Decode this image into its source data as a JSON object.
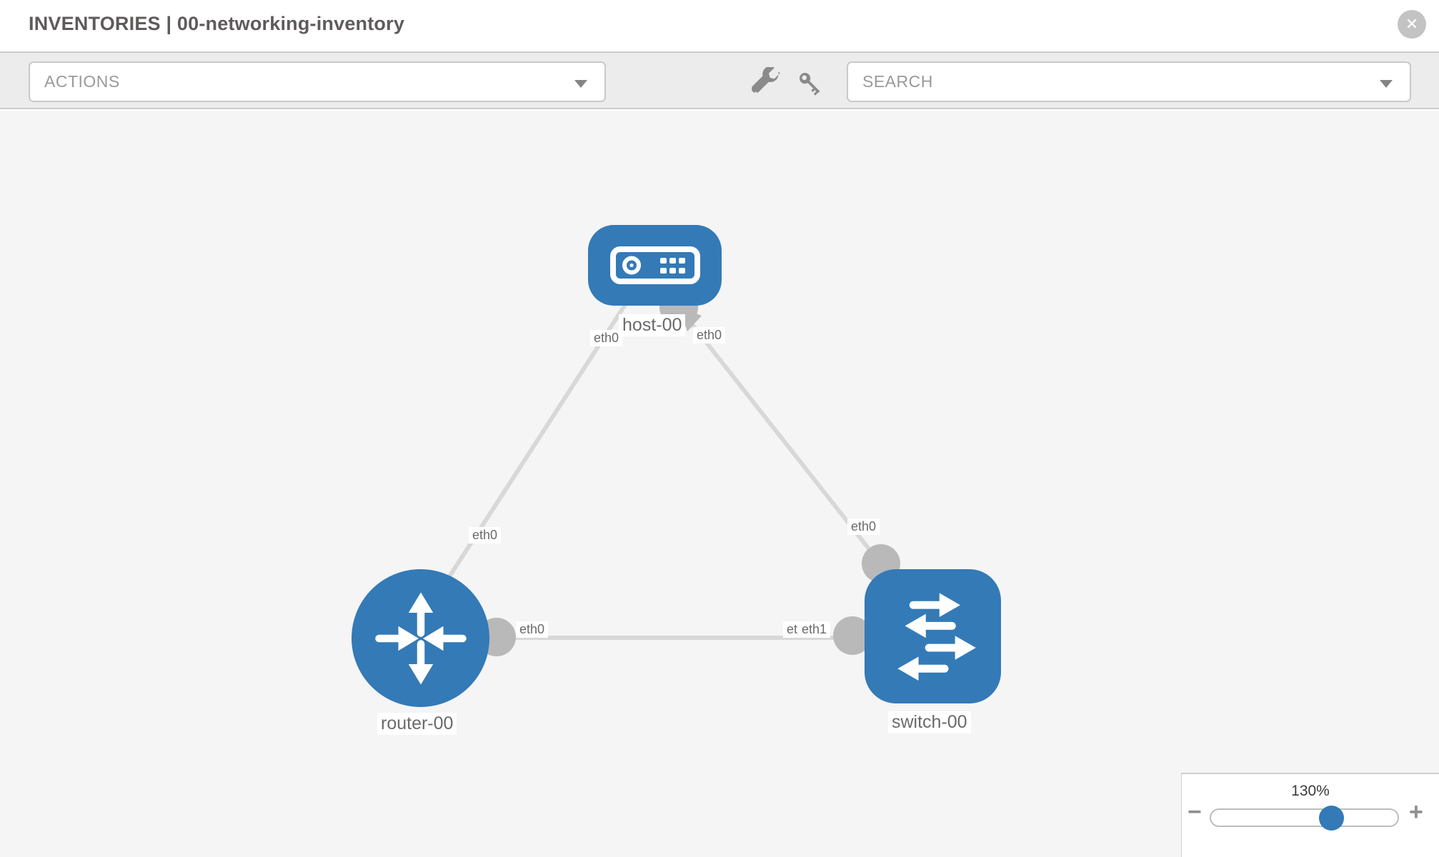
{
  "header": {
    "title": "INVENTORIES | 00-networking-inventory",
    "close": "✕"
  },
  "toolbar": {
    "actions": "ACTIONS",
    "search": "SEARCH"
  },
  "canvas": {
    "nodes": {
      "host": "host-00",
      "router": "router-00",
      "switch": "switch-00"
    },
    "ports": {
      "host_to_router": "eth0",
      "host_to_switch": "eth0",
      "router_uplink": "eth0",
      "switch_uplink": "eth0",
      "router_eth0": "eth0",
      "switch_eth0": "eth0",
      "switch_eth1": "eth1"
    },
    "colors": {
      "node": "#337ab7",
      "edge": "#d8d8d8",
      "port": "#b9b9b9"
    }
  },
  "zoom_panel": {
    "level": "130%",
    "minus": "−",
    "plus": "+"
  }
}
